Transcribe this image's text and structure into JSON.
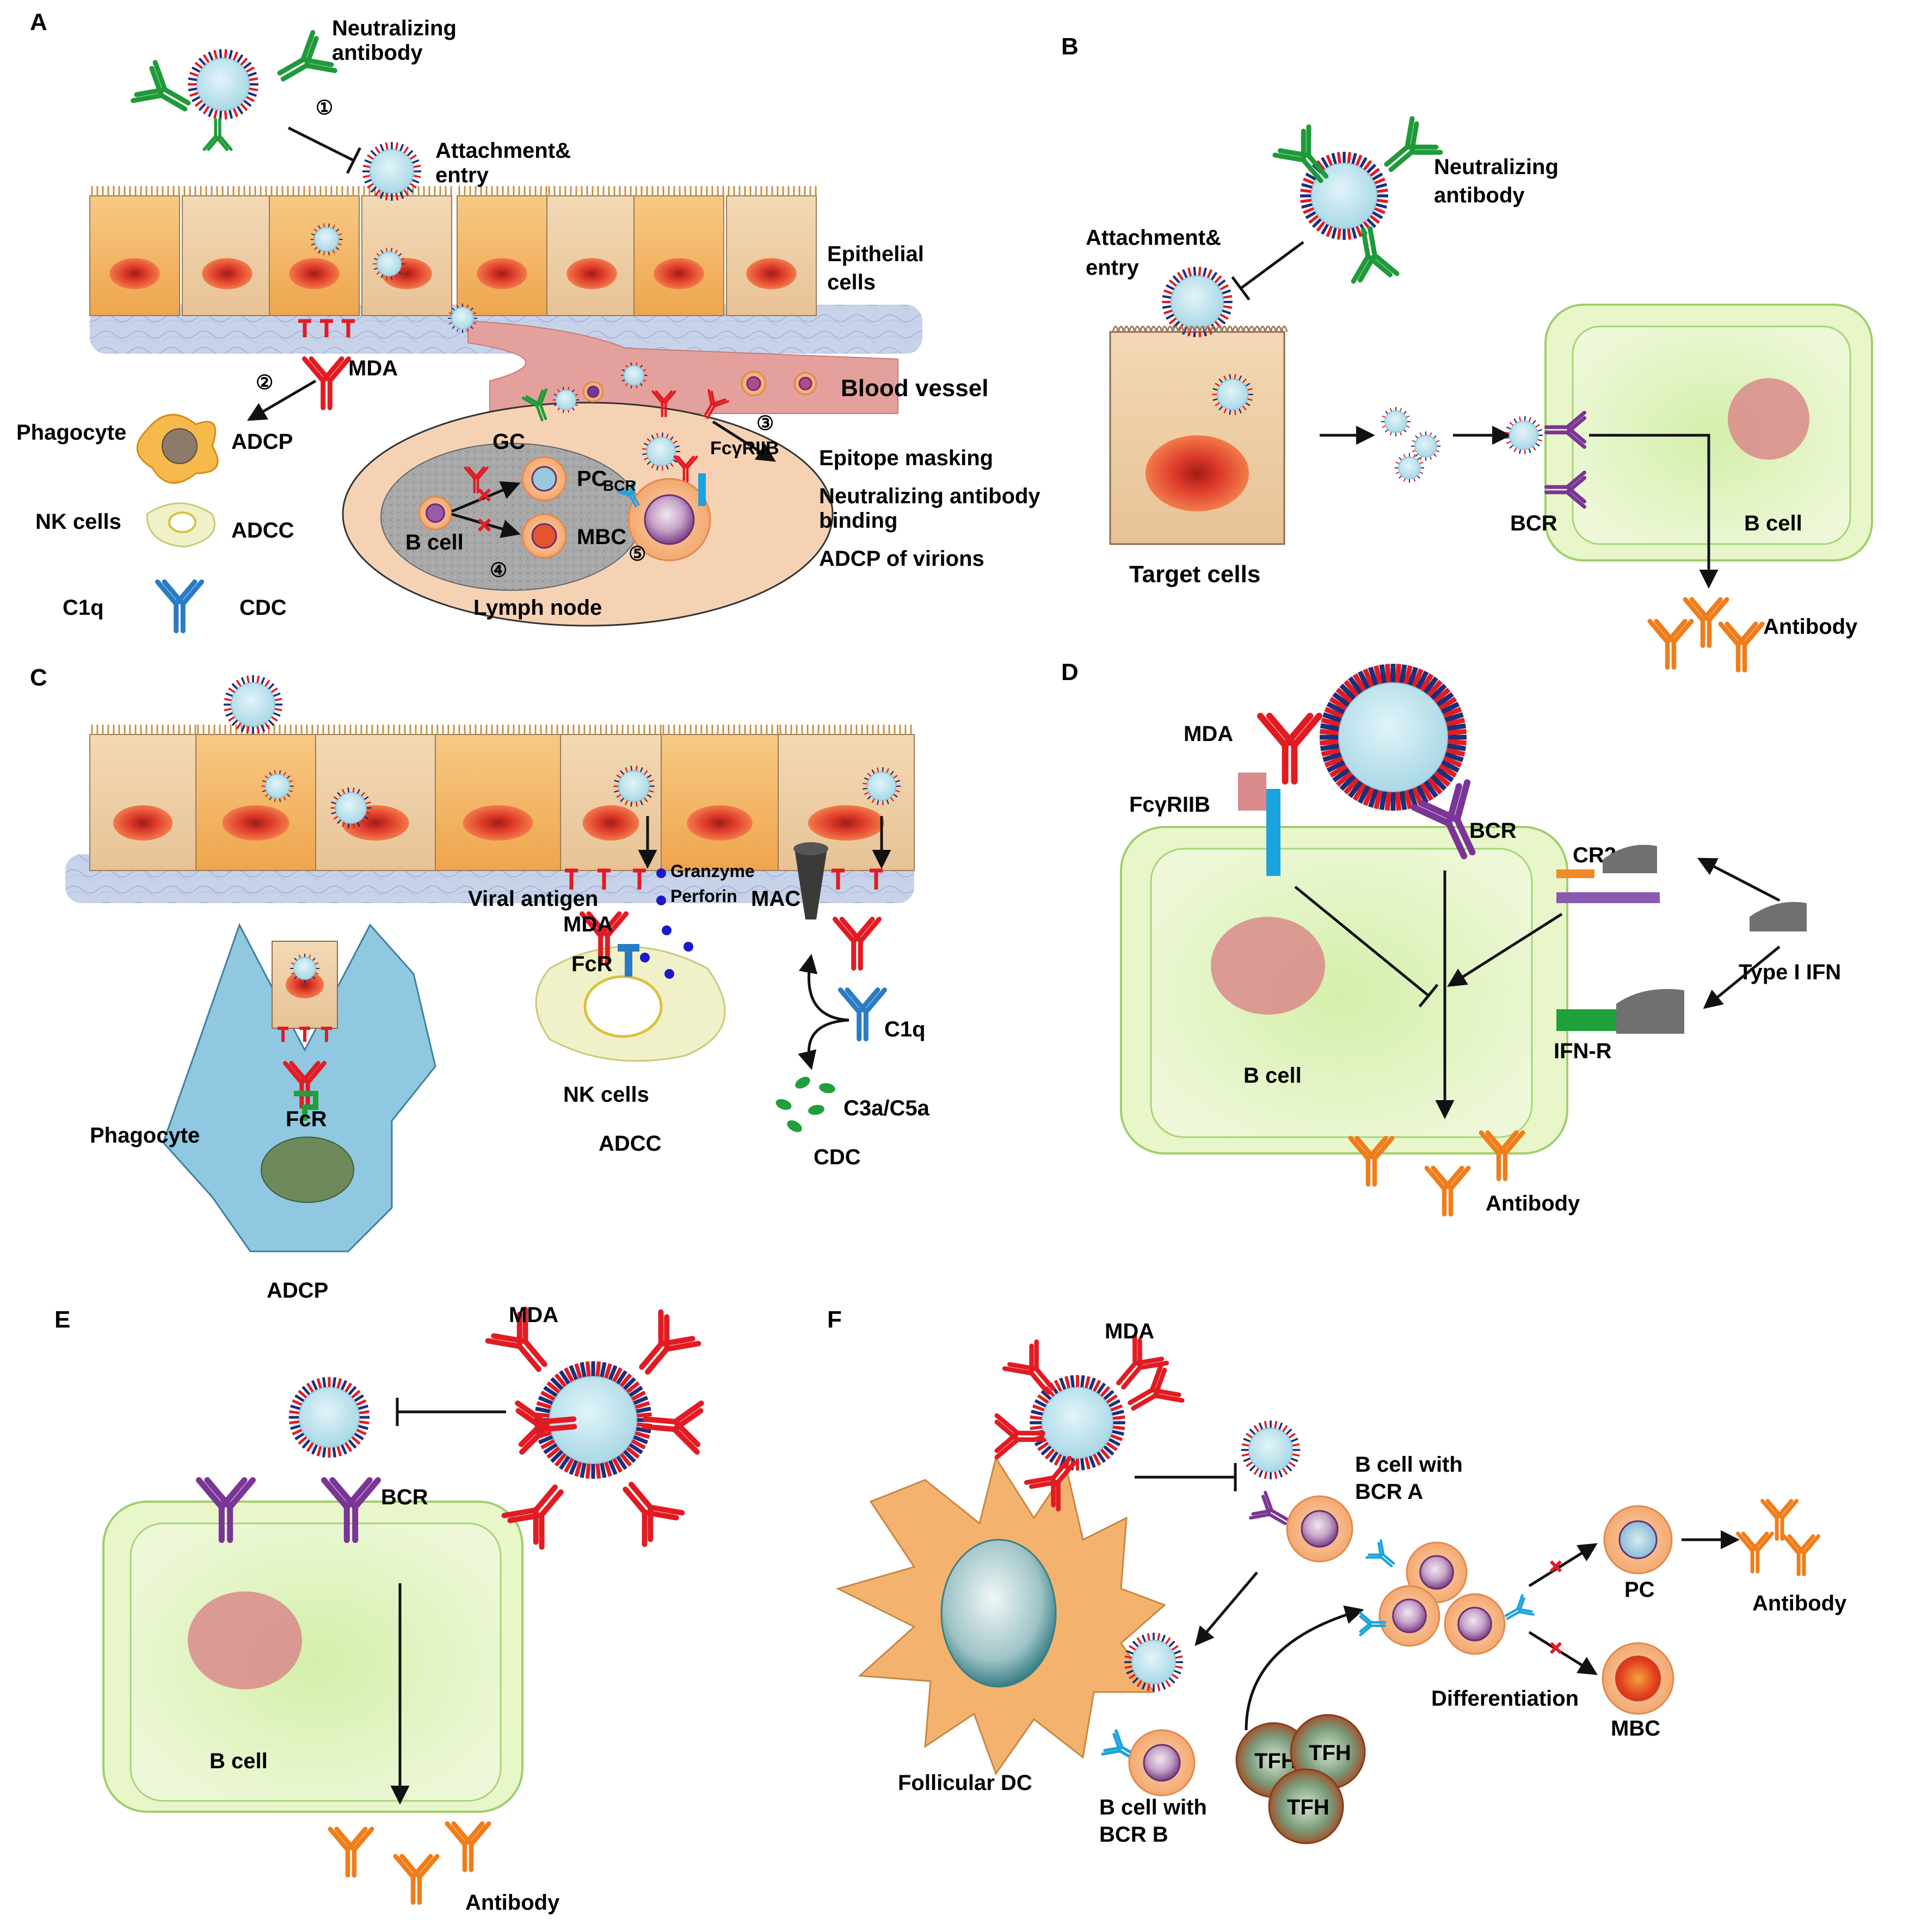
{
  "panels": {
    "A": {
      "letter": "A",
      "neutralizing_antibody": [
        "Neutralizing",
        "antibody"
      ],
      "attachment_entry": [
        "Attachment&",
        "entry"
      ],
      "epithelial_cells": [
        "Epithelial",
        "cells"
      ],
      "mda": "MDA",
      "blood_vessel": "Blood vessel",
      "phagocyte": "Phagocyte",
      "adcp": "ADCP",
      "nk_cells": "NK cells",
      "adcc": "ADCC",
      "c1q": "C1q",
      "cdc": "CDC",
      "gc": "GC",
      "pc": "PC",
      "mbc": "MBC",
      "b_cell": "B cell",
      "bcr": "BCR",
      "fcgriib": "FcγRIIB",
      "lymph_node": "Lymph node",
      "mechanisms": [
        "Epitope masking",
        "Neutralizing antibody",
        "binding",
        "ADCP of virions"
      ],
      "steps": [
        "①",
        "②",
        "③",
        "④",
        "⑤"
      ]
    },
    "B": {
      "letter": "B",
      "neutralizing_antibody": [
        "Neutralizing",
        "antibody"
      ],
      "attachment_entry": [
        "Attachment&",
        "entry"
      ],
      "target_cells": "Target cells",
      "bcr": "BCR",
      "b_cell": "B cell",
      "antibody": "Antibody"
    },
    "C": {
      "letter": "C",
      "granzyme": "Granzyme",
      "perforin": "Perforin",
      "viral_antigen": "Viral antigen",
      "mda": "MDA",
      "fcr_nk": "FcR",
      "mac": "MAC",
      "c1q": "C1q",
      "c3a_c5a": "C3a/C5a",
      "nk_cells": "NK cells",
      "adcc": "ADCC",
      "cdc": "CDC",
      "fcr_phago": "FcR",
      "phagocyte": "Phagocyte",
      "adcp": "ADCP"
    },
    "D": {
      "letter": "D",
      "mda": "MDA",
      "fcgriib": "FcγRIIB",
      "bcr": "BCR",
      "cr2": "CR2",
      "type_i_ifn": "Type I IFN",
      "ifn_r": "IFN-R",
      "b_cell": "B cell",
      "antibody": "Antibody"
    },
    "E": {
      "letter": "E",
      "mda": "MDA",
      "bcr": "BCR",
      "b_cell": "B cell",
      "antibody": "Antibody"
    },
    "F": {
      "letter": "F",
      "mda": "MDA",
      "b_cell_bcr_a": [
        "B cell with",
        "BCR A"
      ],
      "pc": "PC",
      "antibody": "Antibody",
      "differentiation": "Differentiation",
      "mbc": "MBC",
      "follicular_dc": "Follicular DC",
      "b_cell_bcr_b": [
        "B cell with",
        "BCR B"
      ],
      "tfh": "TFH"
    }
  },
  "colors": {
    "mda_red": "#e21b23",
    "neutralizing_green": "#1f9a3a",
    "bcr_purple": "#7a3596",
    "antibody_orange": "#f07d1a",
    "c1q_blue": "#2b7bc4",
    "fcgriib_blue": "#1aa3dd",
    "virus_blue": "#bde3ee",
    "b_cell_green": "#e6f5c8",
    "epithelial_orange": "#f4b866",
    "nucleus_red": "#d93a2b",
    "phagocyte_blue": "#8fc8e0",
    "ifn_gray": "#707070"
  }
}
